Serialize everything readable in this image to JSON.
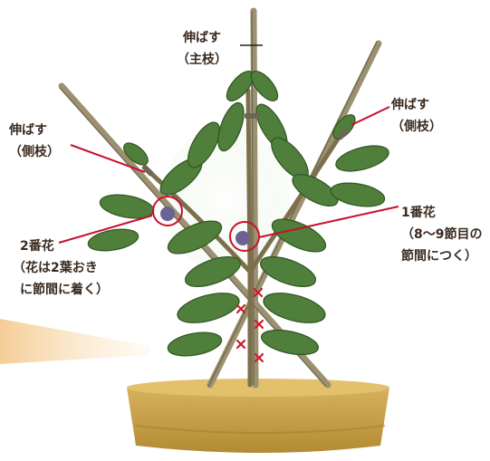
{
  "labels": {
    "main_stem": {
      "line1": "伸ばす",
      "line2": "（主枝）"
    },
    "side_left": {
      "line1": "伸ばす",
      "line2": "（側枝）"
    },
    "side_right": {
      "line1": "伸ばす",
      "line2": "（側枝）"
    },
    "first_flower": {
      "line1": "1番花",
      "line2": "（8～9節目の",
      "line3": "節間につく）"
    },
    "second_flower": {
      "line1": "2番花",
      "line2": "（花は2葉おき",
      "line3": "に節間に着く）"
    }
  },
  "colors": {
    "leader_line": "#c8102e",
    "mark": "#d01c2a",
    "text": "#3a2a1f",
    "stem": "#8a7f66",
    "leaf": "#4f7f3a",
    "soil": "#c8a44a",
    "highlight": "#f5c98a"
  }
}
